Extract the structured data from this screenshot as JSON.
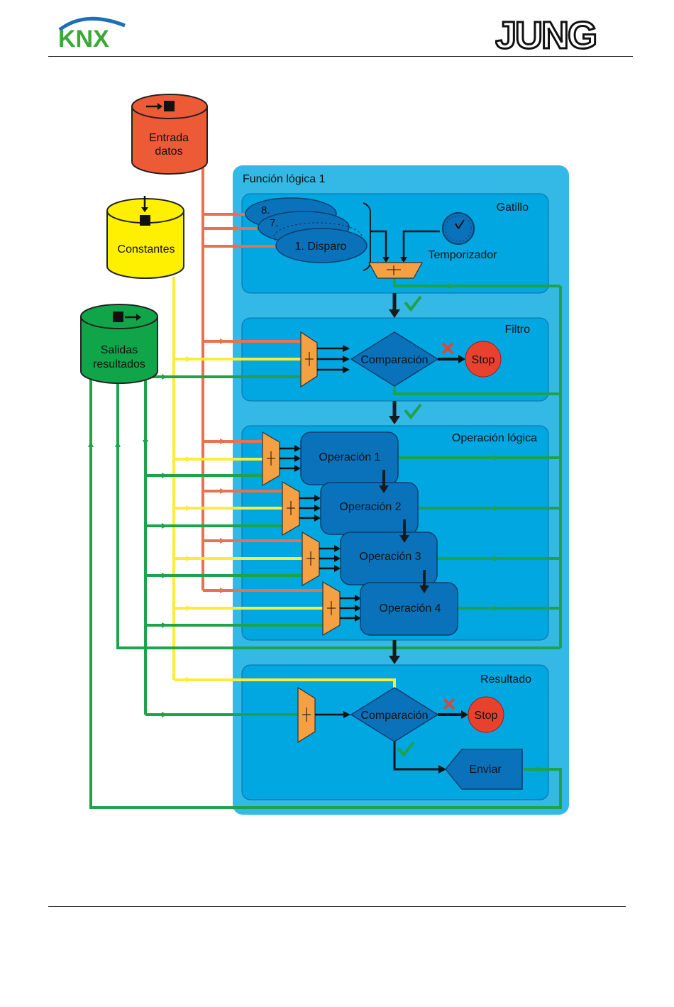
{
  "header": {
    "knx_logo_text": "KNX",
    "jung_logo_text": "JUNG"
  },
  "diagram": {
    "input_data": {
      "line1": "Entrada",
      "line2": "datos"
    },
    "constants": {
      "label": "Constantes"
    },
    "outputs": {
      "line1": "Salidas",
      "line2": "resultados"
    },
    "function_title": "Función lógica 1",
    "trigger": {
      "title": "Gatillo",
      "stack": [
        "8.",
        "7.",
        "1. Disparo"
      ],
      "timer": "Temporizador"
    },
    "filter": {
      "title": "Filtro",
      "compare": "Comparación",
      "stop": "Stop"
    },
    "logic": {
      "title": "Operación lógica",
      "operations": [
        "Operación 1",
        "Operación 2",
        "Operación 3",
        "Operación 4"
      ]
    },
    "result": {
      "title": "Resultado",
      "compare": "Comparación",
      "stop": "Stop",
      "send": "Enviar"
    }
  },
  "colors": {
    "orange_line": "#e8714e",
    "yellow_line": "#ffeb3b",
    "green_line": "#1ea24a",
    "panel_outer": "#34b8e6",
    "panel_inner": "#00a7e1",
    "op_box": "#0a72bb",
    "mux": "#f5a043",
    "stop": "#e8422f"
  }
}
